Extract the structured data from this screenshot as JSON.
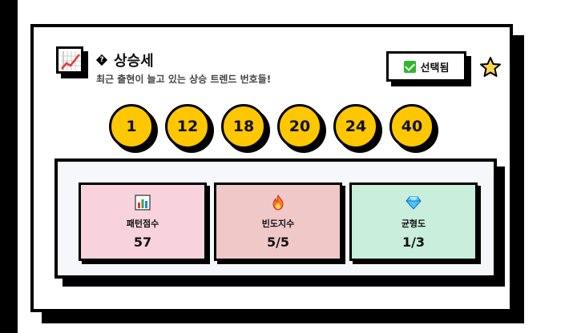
{
  "card": {
    "title": "상승세",
    "title_icon": "question-diamond",
    "header_icon": "trending-up-chart",
    "subtitle": "최근 출현이 늘고 있는 상승 트렌드 번호들!",
    "select_button": {
      "label": "선택됨",
      "icon": "check-box",
      "checked": true
    },
    "favorite_icon": "star"
  },
  "numbers": [
    "1",
    "12",
    "18",
    "20",
    "24",
    "40"
  ],
  "stats": [
    {
      "icon": "bar-chart",
      "label": "패턴점수",
      "value": "57",
      "bg": "#f8d3de"
    },
    {
      "icon": "fire",
      "label": "빈도지수",
      "value": "5/5",
      "bg": "#f0c8c8"
    },
    {
      "icon": "diamond",
      "label": "균형도",
      "value": "1/3",
      "bg": "#c9eedb"
    }
  ],
  "colors": {
    "ball": "#ffc700",
    "check": "#2eb82e",
    "panel": "#f5f7fa"
  }
}
